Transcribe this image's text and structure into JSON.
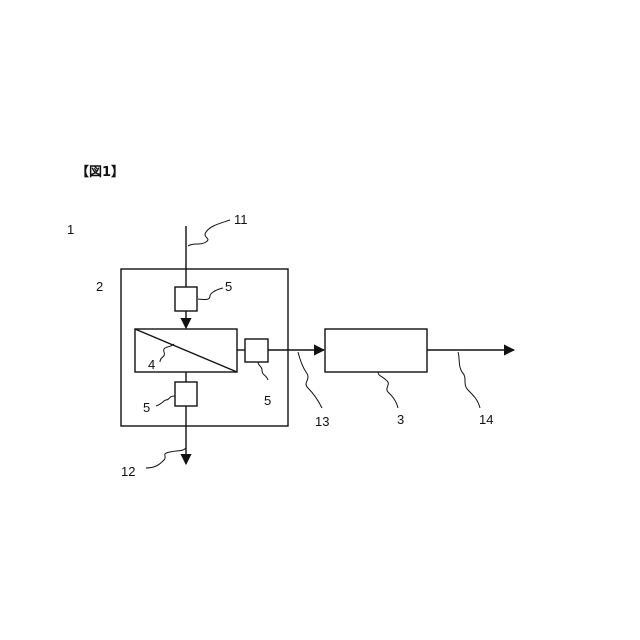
{
  "figure": {
    "title": "【図1】",
    "labels": {
      "system": "1",
      "unit": "2",
      "device": "3",
      "membrane": "4",
      "sensor": "5",
      "inlet": "11",
      "outlet_bottom": "12",
      "permeate": "13",
      "product": "14"
    }
  }
}
